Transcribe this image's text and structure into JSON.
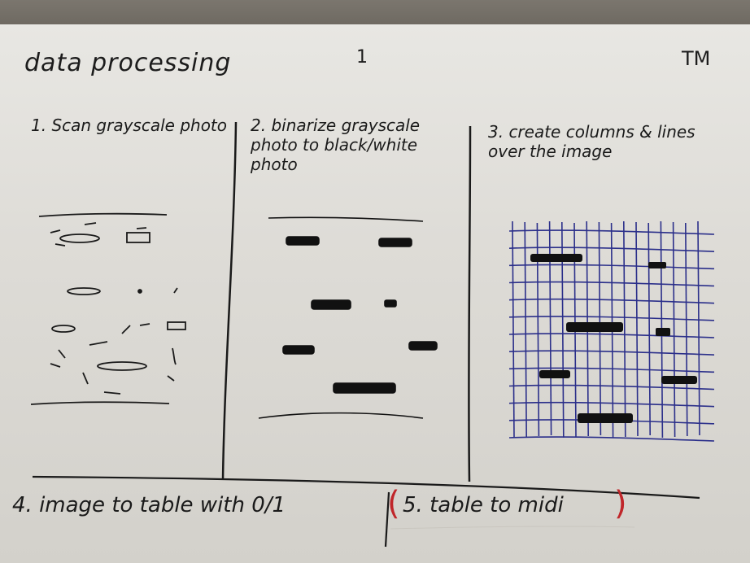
{
  "card": {
    "title": "data processing",
    "page_number": "1",
    "initials": "TM"
  },
  "steps": {
    "step1": "1. Scan grayscale photo",
    "step2": "2. binarize grayscale photo to black/white photo",
    "step3": "3. create columns & lines over the image",
    "step4": "4. image to table with 0/1",
    "step5": "5. table to midi"
  },
  "colors": {
    "ink": "#1a1a1a",
    "grid_ink": "#2b2f8a",
    "red_ink": "#c0262a",
    "card": "#dedcd7"
  }
}
